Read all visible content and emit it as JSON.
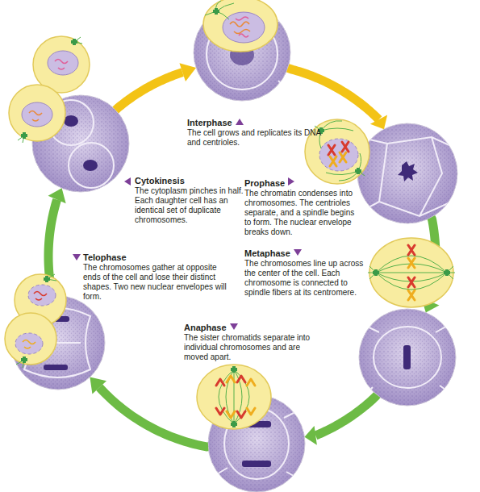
{
  "diagram": {
    "nodes": [
      {
        "text": [
          "Interphase",
          "The cell grows and replicates its DNA and centrioles."
        ]
      },
      {
        "text": [
          "Prophase",
          "The chromatin condenses into chromosomes. The centrioles separate, and a spindle begins to form. The nuclear envelope breaks down."
        ]
      },
      {
        "text": [
          "Metaphase",
          "The chromosomes line up across the center of the cell. Each chromosome is connected to spindle fibers at its centromere."
        ]
      },
      {
        "text": [
          "Anaphase",
          "The sister chromatids separate into individual chromosomes and are moved apart."
        ]
      },
      {
        "text": [
          "Telophase",
          "The chromosomes gather at opposite ends of the cell and lose their distinct shapes. Two new nuclear envelopes will form."
        ]
      },
      {
        "text": [
          "Cytokinesis",
          "The cytoplasm pinches in half. Each daughter cell has an identical set of duplicate chromosomes."
        ]
      }
    ],
    "edges": [
      {
        "from": 0,
        "to": 1,
        "arrow": "to"
      },
      {
        "from": 1,
        "to": 2,
        "arrow": "to"
      },
      {
        "from": 2,
        "to": 3,
        "arrow": "to"
      },
      {
        "from": 3,
        "to": 4,
        "arrow": "to"
      },
      {
        "from": 4,
        "to": 5,
        "arrow": "to"
      },
      {
        "from": 5,
        "to": 0,
        "arrow": "to"
      }
    ]
  }
}
